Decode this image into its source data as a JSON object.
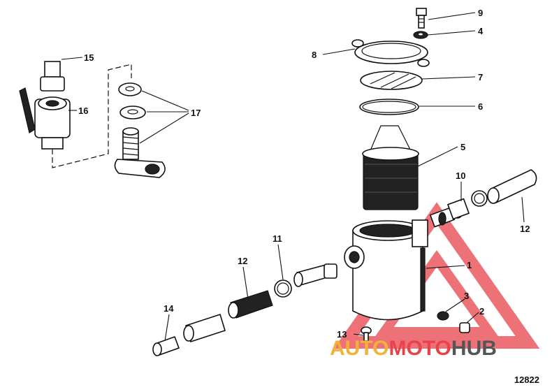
{
  "diagram": {
    "figure_number": "12822",
    "callouts": [
      "1",
      "2",
      "3",
      "4",
      "5",
      "6",
      "7",
      "8",
      "9",
      "10",
      "11",
      "12",
      "12",
      "13",
      "14",
      "15",
      "16",
      "17"
    ],
    "watermark": {
      "parts": [
        "AUTO",
        "MOTO",
        "HUB"
      ],
      "colors": {
        "auto": "#f2b23a",
        "moto": "#e8434b",
        "hub": "#555555",
        "triangle": "#e8434b"
      }
    }
  }
}
